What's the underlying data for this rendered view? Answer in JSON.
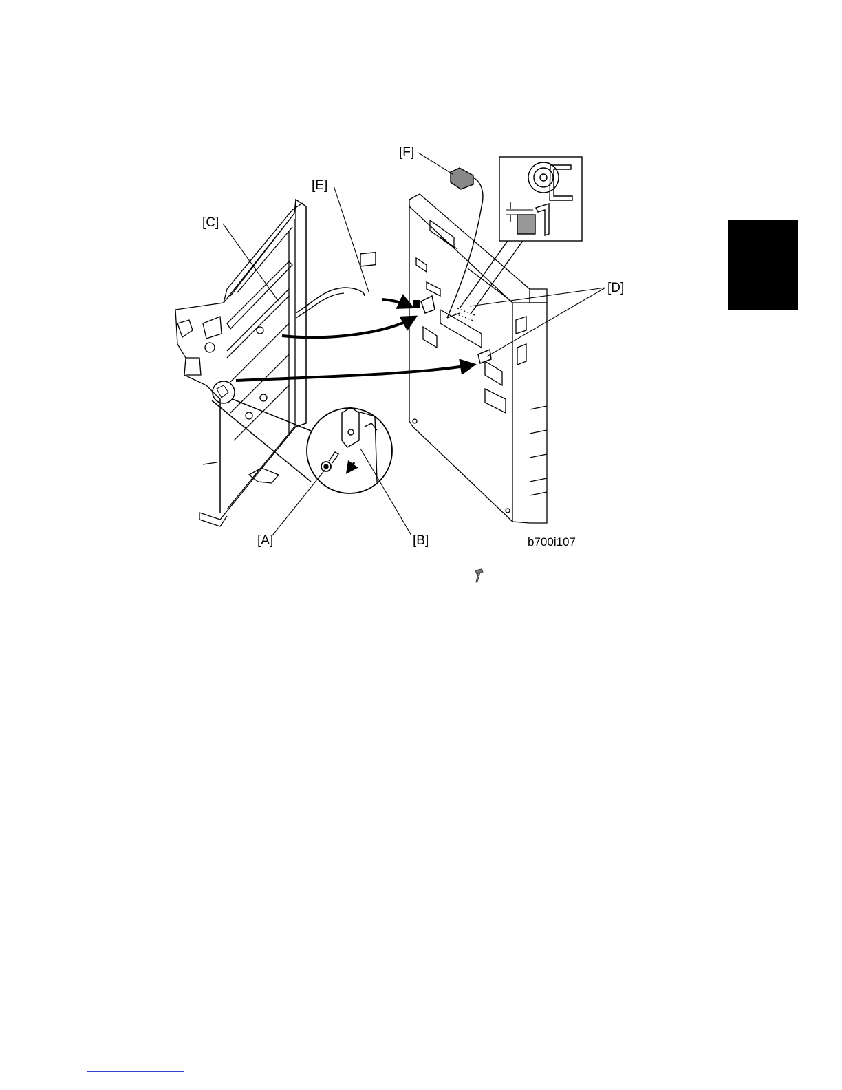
{
  "figure": {
    "labels": {
      "a": "[A]",
      "b": "[B]",
      "c": "[C]",
      "d": "[D]",
      "e": "[E]",
      "f": "[F]"
    },
    "code": "b700i107"
  },
  "icons": {
    "screw": "screw-icon"
  },
  "section_tab": {
    "text": ""
  },
  "colors": {
    "tab": "#000000",
    "footer_rule": "#3344cc"
  }
}
